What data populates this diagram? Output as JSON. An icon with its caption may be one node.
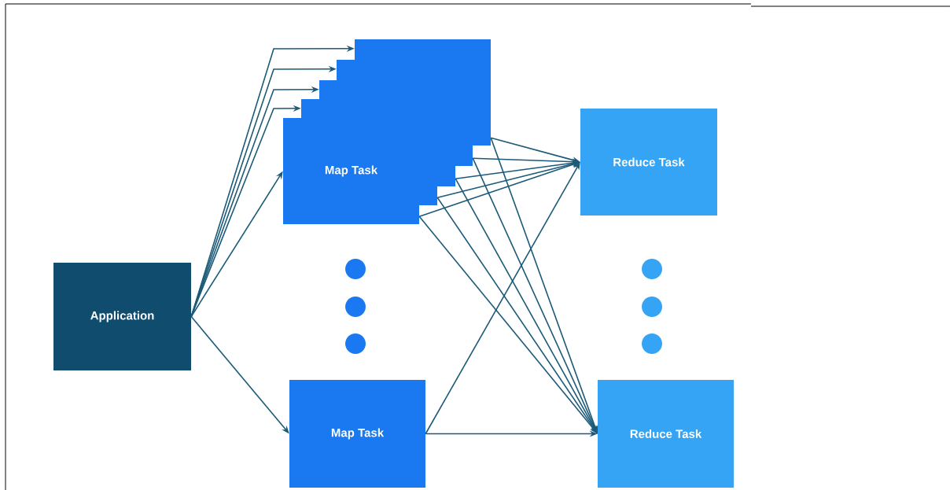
{
  "diagram": {
    "nodes": [
      {
        "text": [
          "Application"
        ]
      },
      {
        "text": [
          "Map Task"
        ]
      },
      {
        "text": [],
        "shape": "box"
      },
      {
        "text": [],
        "shape": "box"
      },
      {
        "text": [],
        "shape": "box"
      },
      {
        "text": [],
        "shape": "box"
      },
      {
        "text": [],
        "shape": "circle"
      },
      {
        "text": [],
        "shape": "circle"
      },
      {
        "text": [],
        "shape": "circle"
      },
      {
        "text": [
          "Map Task"
        ]
      },
      {
        "text": [
          "Reduce Task"
        ]
      },
      {
        "text": [],
        "shape": "circle"
      },
      {
        "text": [],
        "shape": "circle"
      },
      {
        "text": [],
        "shape": "circle"
      },
      {
        "text": [
          "Reduce Task"
        ]
      }
    ],
    "edges": [
      {
        "from": 0,
        "to": 1,
        "arrow": "to"
      },
      {
        "from": 0,
        "to": 2,
        "arrow": "to"
      },
      {
        "from": 0,
        "to": 3,
        "arrow": "to"
      },
      {
        "from": 0,
        "to": 4,
        "arrow": "to"
      },
      {
        "from": 0,
        "to": 5,
        "arrow": "to"
      },
      {
        "from": 0,
        "to": 9,
        "arrow": "to"
      },
      {
        "from": 1,
        "to": 10,
        "arrow": "to"
      },
      {
        "from": 1,
        "to": 14,
        "arrow": "to"
      },
      {
        "from": 2,
        "to": 10,
        "arrow": "to"
      },
      {
        "from": 2,
        "to": 14,
        "arrow": "to"
      },
      {
        "from": 3,
        "to": 10,
        "arrow": "to"
      },
      {
        "from": 3,
        "to": 14,
        "arrow": "to"
      },
      {
        "from": 4,
        "to": 10,
        "arrow": "to"
      },
      {
        "from": 4,
        "to": 14,
        "arrow": "to"
      },
      {
        "from": 5,
        "to": 10,
        "arrow": "to"
      },
      {
        "from": 5,
        "to": 14,
        "arrow": "to"
      },
      {
        "from": 9,
        "to": 10,
        "arrow": "to"
      },
      {
        "from": 9,
        "to": 14,
        "arrow": "to"
      }
    ]
  }
}
